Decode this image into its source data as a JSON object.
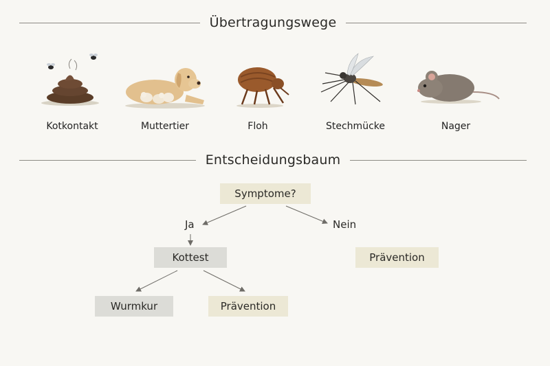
{
  "sections": {
    "transmission_title": "Übertragungswege",
    "tree_title": "Entscheidungsbaum"
  },
  "transmission": [
    {
      "label": "Kotkontakt",
      "icon": "feces-with-flies-icon"
    },
    {
      "label": "Muttertier",
      "icon": "mother-dog-with-puppies-icon"
    },
    {
      "label": "Floh",
      "icon": "flea-icon"
    },
    {
      "label": "Stechmücke",
      "icon": "mosquito-icon"
    },
    {
      "label": "Nager",
      "icon": "mouse-icon"
    }
  ],
  "tree": {
    "root": "Symptome?",
    "yes_label": "Ja",
    "no_label": "Nein",
    "yes_node": "Kottest",
    "no_node": "Prävention",
    "yes_left": "Wurmkur",
    "yes_right": "Prävention"
  },
  "colors": {
    "beige_node": "#ece8d5",
    "grey_node": "#dcdcd7",
    "background": "#f8f7f3",
    "line": "#6e6c67"
  }
}
